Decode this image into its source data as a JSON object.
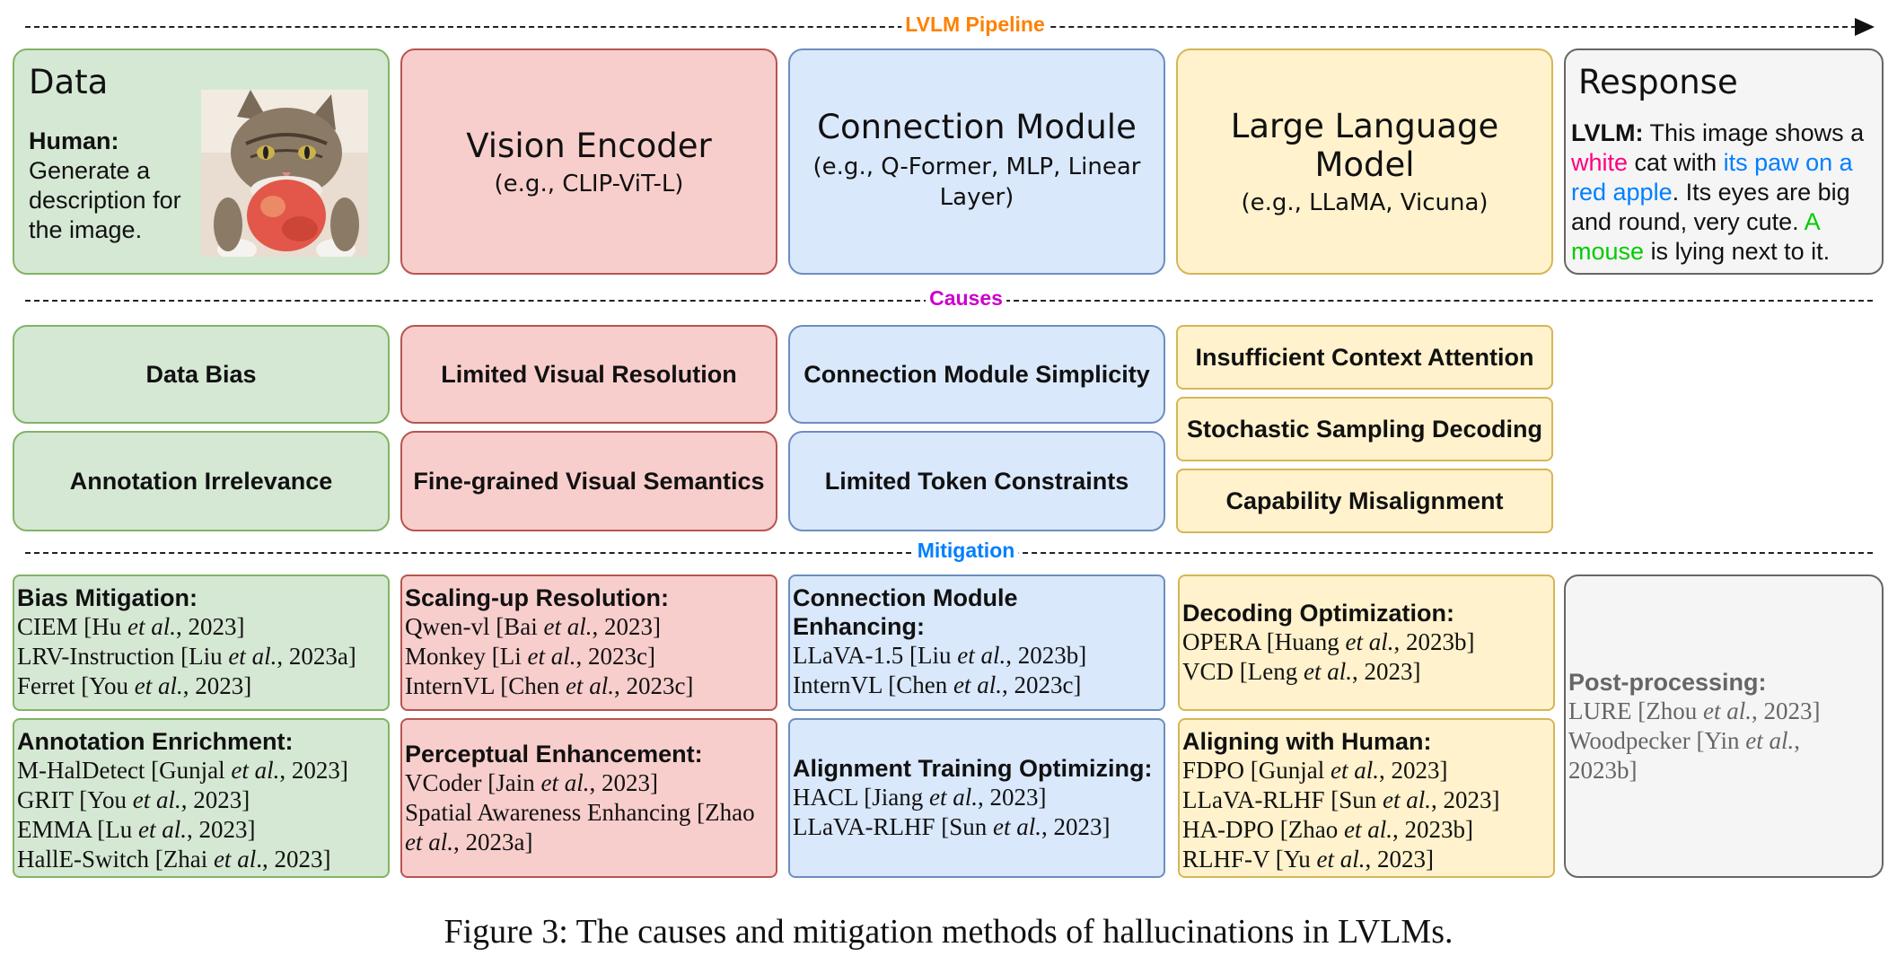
{
  "pipeline": {
    "label": "LVLM Pipeline",
    "data": {
      "title": "Data",
      "human_label": "Human:",
      "human_text": "Generate a description for the image."
    },
    "vision_encoder": {
      "title": "Vision Encoder",
      "subtitle": "(e.g., CLIP-ViT-L)"
    },
    "connection_module": {
      "title": "Connection Module",
      "subtitle": "(e.g., Q-Former, MLP, Linear Layer)"
    },
    "llm": {
      "title": "Large Language Model",
      "subtitle": "(e.g., LLaMA, Vicuna)"
    },
    "response": {
      "title": "Response",
      "lvlm_label": "LVLM:",
      "text_1": "This image shows a",
      "text_white": "white",
      "text_2": "cat with",
      "text_paw": "its paw on a red apple",
      "text_3": ". Its eyes are big and round, very cute.",
      "text_mouse": "A mouse",
      "text_4": "is lying next to it."
    }
  },
  "causes": {
    "label": "Causes",
    "data": [
      "Data Bias",
      "Annotation Irrelevance"
    ],
    "vision": [
      "Limited Visual Resolution",
      "Fine-grained Visual Semantics"
    ],
    "connection": [
      "Connection Module Simplicity",
      "Limited Token Constraints"
    ],
    "llm": [
      "Insufficient Context Attention",
      "Stochastic Sampling Decoding",
      "Capability Misalignment"
    ]
  },
  "mitigation": {
    "label": "Mitigation",
    "bias_mitigation": {
      "title": "Bias Mitigation:",
      "refs": [
        {
          "name": "CIEM [Hu ",
          "etal": "et al.",
          "tail": ", 2023]"
        },
        {
          "name": "LRV-Instruction [Liu ",
          "etal": "et al.",
          "tail": ", 2023a]"
        },
        {
          "name": "Ferret [You ",
          "etal": "et al.",
          "tail": ", 2023]"
        }
      ]
    },
    "annotation_enrichment": {
      "title": "Annotation Enrichment:",
      "refs": [
        {
          "name": "M-HalDetect [Gunjal ",
          "etal": "et al.",
          "tail": ", 2023]"
        },
        {
          "name": "GRIT [You ",
          "etal": "et al.",
          "tail": ", 2023]"
        },
        {
          "name": "EMMA [Lu ",
          "etal": "et al.",
          "tail": ", 2023]"
        },
        {
          "name": "HallE-Switch [Zhai ",
          "etal": "et al",
          "tail": "., 2023]"
        }
      ]
    },
    "scaling_resolution": {
      "title": "Scaling-up Resolution:",
      "refs": [
        {
          "name": "Qwen-vl [Bai ",
          "etal": "et al.",
          "tail": ", 2023]"
        },
        {
          "name": "Monkey [Li ",
          "etal": "et al.",
          "tail": ", 2023c]"
        },
        {
          "name": "InternVL [Chen ",
          "etal": "et al.",
          "tail": ", 2023c]"
        }
      ]
    },
    "perceptual_enhancement": {
      "title": "Perceptual Enhancement:",
      "ref1": {
        "name": "VCoder [Jain ",
        "etal": "et al.",
        "tail": ", 2023]"
      },
      "ref2_line1": "Spatial Awareness Enhancing [Zhao",
      "ref2_etal": "et al.",
      "ref2_tail": ", 2023a]"
    },
    "connection_enhancing": {
      "title_line1": "Connection Module",
      "title_line2": "Enhancing:",
      "refs": [
        {
          "name": "LLaVA-1.5 [Liu ",
          "etal": "et al.",
          "tail": ", 2023b]"
        },
        {
          "name": "InternVL [Chen ",
          "etal": "et al.",
          "tail": ", 2023c]"
        }
      ]
    },
    "alignment_training": {
      "title": "Alignment Training Optimizing:",
      "refs": [
        {
          "name": "HACL [Jiang ",
          "etal": "et al.",
          "tail": ", 2023]"
        },
        {
          "name": "LLaVA-RLHF [Sun ",
          "etal": "et al.",
          "tail": ", 2023]"
        }
      ]
    },
    "decoding_optimization": {
      "title": "Decoding Optimization:",
      "refs": [
        {
          "name": "OPERA [Huang ",
          "etal": "et al.",
          "tail": ", 2023b]"
        },
        {
          "name": "VCD [Leng ",
          "etal": "et al.",
          "tail": ", 2023]"
        }
      ]
    },
    "aligning_human": {
      "title": "Aligning with Human:",
      "refs": [
        {
          "name": "FDPO [Gunjal ",
          "etal": "et al.",
          "tail": ", 2023]"
        },
        {
          "name": "LLaVA-RLHF [Sun ",
          "etal": "et al.",
          "tail": ", 2023]"
        },
        {
          "name": "HA-DPO [Zhao ",
          "etal": "et al.",
          "tail": ", 2023b]"
        },
        {
          "name": "RLHF-V [Yu ",
          "etal": "et al.",
          "tail": ", 2023]"
        }
      ]
    },
    "post_processing": {
      "title": "Post-processing:",
      "ref1": {
        "name": "LURE [Zhou ",
        "etal": "et al.",
        "tail": ", 2023]"
      },
      "ref2_line1_name": "Woodpecker [Yin ",
      "ref2_line1_etal": "et al.",
      "ref2_line1_tail": ",",
      "ref2_line2": "2023b]"
    }
  },
  "caption": "Figure 3: The causes and mitigation methods of hallucinations in LVLMs.",
  "colors": {
    "pipeline_label": "#ff8000",
    "causes_label": "#cc00cc",
    "mitigation_label": "#007fff",
    "response_white": "#ff0080",
    "response_paw": "#007fff",
    "response_mouse": "#00cc00"
  }
}
